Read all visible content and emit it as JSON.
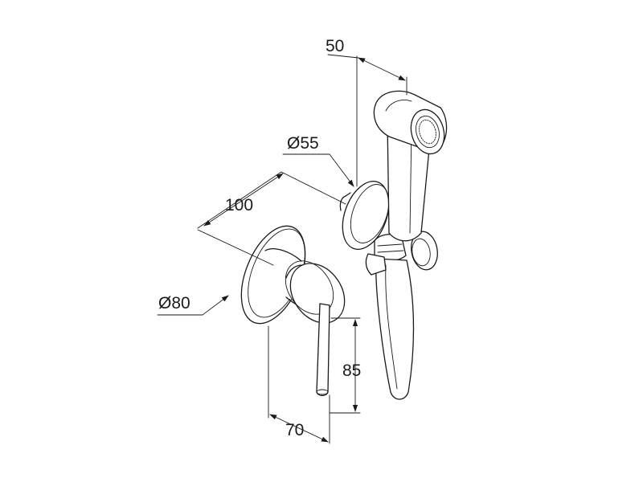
{
  "dimensions": {
    "spray_width": "50",
    "holder_diameter": "Ø55",
    "valve_depth": "100",
    "rosette_diameter": "Ø80",
    "lever_height": "85",
    "lever_projection": "70"
  },
  "colors": {
    "line": "#1a1a1a",
    "background": "#ffffff"
  }
}
